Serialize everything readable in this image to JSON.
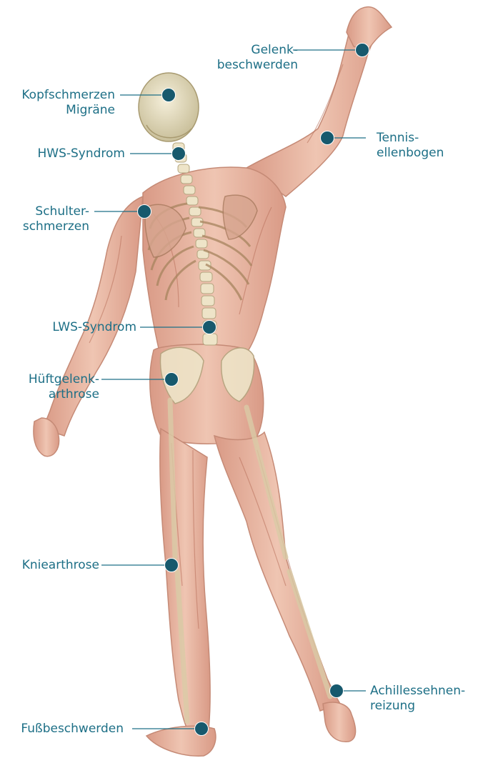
{
  "colors": {
    "label_text": "#1d6f86",
    "dot": "#17596d",
    "leader": "#1d6f86",
    "skin": "#e9b9a5",
    "muscle": "#cf8a72",
    "bone": "#eee4c8"
  },
  "labels": {
    "gelenk": [
      "Gelenk-",
      "beschwerden"
    ],
    "kopf": [
      "Kopfschmerzen",
      "Migräne"
    ],
    "tennis": [
      "Tennis-",
      "ellenbogen"
    ],
    "hws": [
      "HWS-Syndrom"
    ],
    "schulter": [
      "Schulter-",
      "schmerzen"
    ],
    "lws": [
      "LWS-Syndrom"
    ],
    "huefte": [
      "Hüftgelenk-",
      "arthrose"
    ],
    "knie": [
      "Kniearthrose"
    ],
    "achilles": [
      "Achillessehnen-",
      "reizung"
    ],
    "fuss": [
      "Fußbeschwerden"
    ]
  }
}
